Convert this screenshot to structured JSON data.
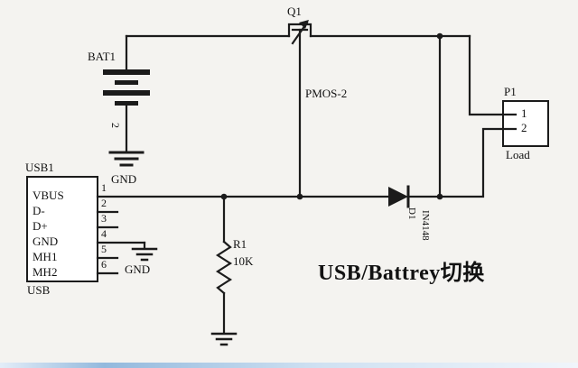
{
  "title": "USB/Battrey切换",
  "colors": {
    "wire": "#1b1b1b",
    "background": "#f4f3f0"
  },
  "components": {
    "q1": {
      "ref": "Q1",
      "label": "PMOS-2"
    },
    "bat1": {
      "ref": "BAT1",
      "pin2_num": "2"
    },
    "battery_gnd": {
      "label": "GND"
    },
    "usb1": {
      "ref": "USB1",
      "footer": "USB",
      "pins": [
        {
          "num": "1",
          "name": "VBUS"
        },
        {
          "num": "2",
          "name": "D-"
        },
        {
          "num": "3",
          "name": "D+"
        },
        {
          "num": "4",
          "name": "GND"
        },
        {
          "num": "5",
          "name": "MH1"
        },
        {
          "num": "6",
          "name": "MH2"
        }
      ]
    },
    "usb_gnd": {
      "label": "GND"
    },
    "r1": {
      "ref": "R1",
      "value": "10K"
    },
    "d1": {
      "ref": "D1",
      "value": "IN4148"
    },
    "p1": {
      "ref": "P1",
      "label": "Load",
      "pins": [
        "1",
        "2"
      ]
    }
  }
}
